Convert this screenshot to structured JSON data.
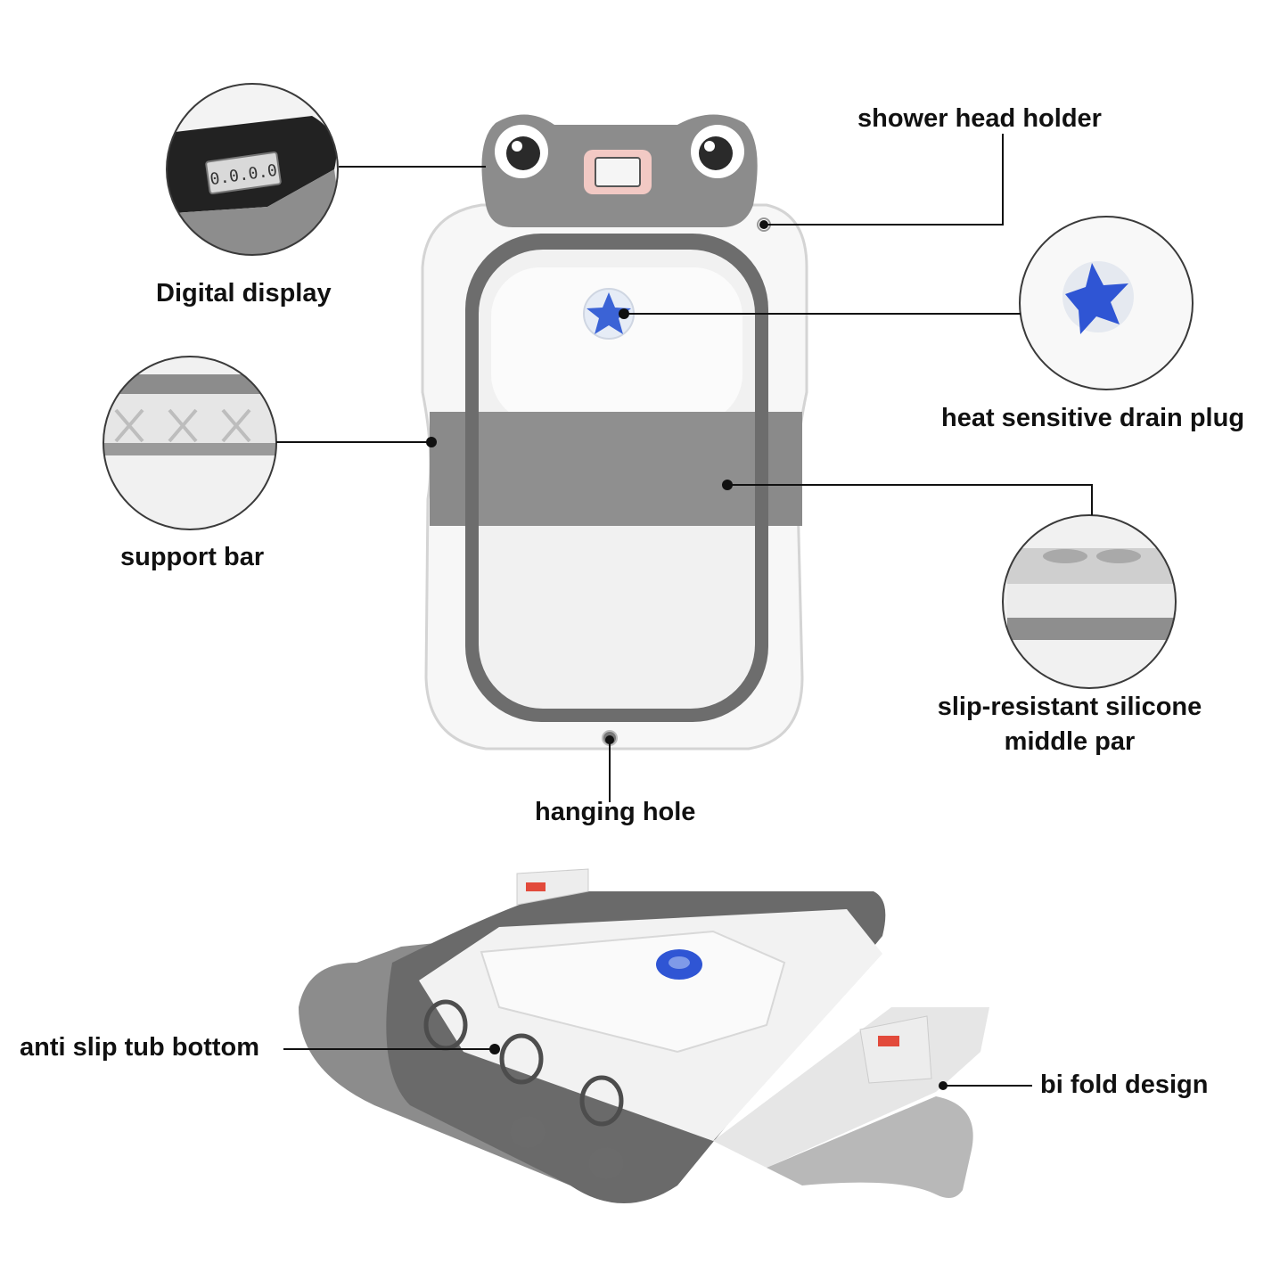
{
  "callouts": {
    "digital_display": "Digital display",
    "shower_head_holder": "shower head holder",
    "heat_sensitive_drain_plug": "heat sensitive drain plug",
    "support_bar": "support bar",
    "slip_resistant_line1": "slip-resistant silicone",
    "slip_resistant_line2": "middle par",
    "hanging_hole": "hanging hole",
    "anti_slip_tub_bottom": "anti slip tub bottom",
    "bi_fold_design": "bi fold design"
  },
  "display_reading": "0.0.0.0",
  "colors": {
    "tub_gray": "#8a8a8a",
    "tub_dark_gray": "#5f5f5f",
    "tub_white": "#f4f4f4",
    "plug_blue": "#2f55d4",
    "accent_red": "#e24a3b",
    "display_pink": "#f2c9c4",
    "line_black": "#111111"
  }
}
